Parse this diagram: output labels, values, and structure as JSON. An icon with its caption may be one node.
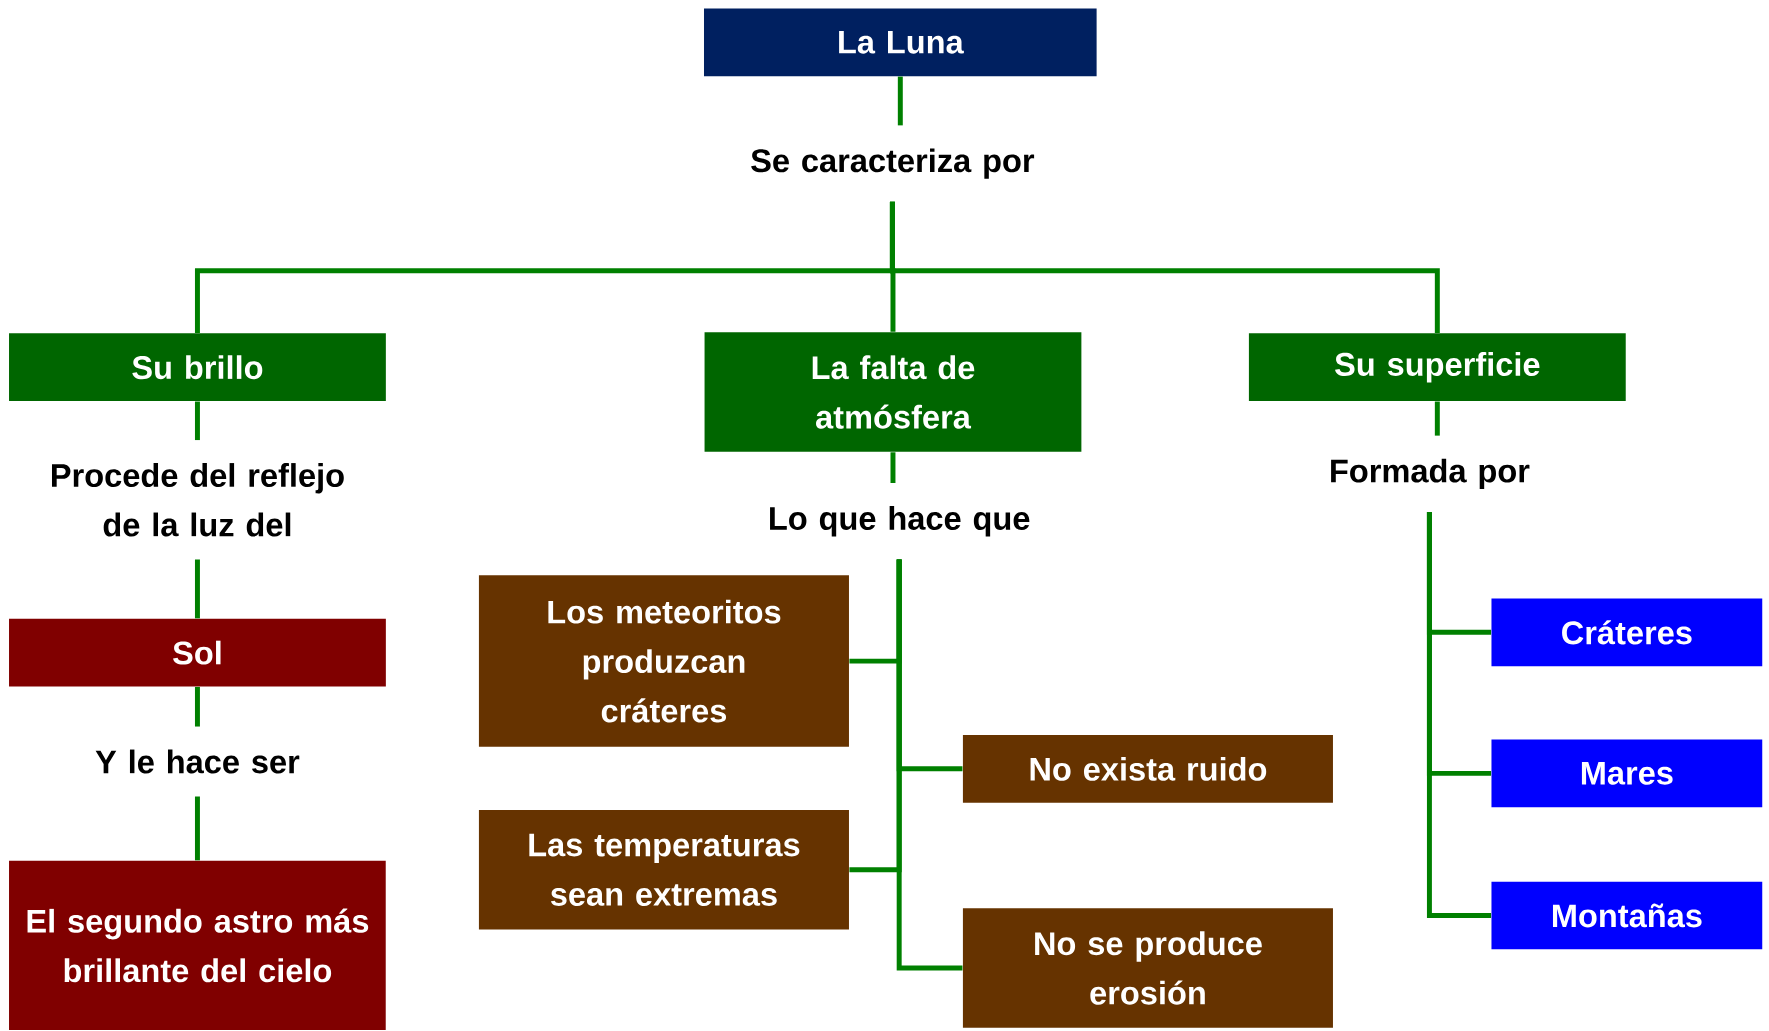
{
  "diagram": {
    "nodes": [
      {
        "text": [
          "La Luna"
        ]
      },
      {
        "text": [
          "Se caracteriza por"
        ]
      },
      {
        "text": [
          "Su brillo"
        ]
      },
      {
        "text": [
          "La falta de atmósfera"
        ]
      },
      {
        "text": [
          "Su superficie"
        ]
      },
      {
        "text": [
          "Procede del reflejo de la luz del"
        ]
      },
      {
        "text": [
          "Sol"
        ]
      },
      {
        "text": [
          "Y le hace ser"
        ]
      },
      {
        "text": [
          "El segundo astro más brillante del cielo"
        ]
      },
      {
        "text": [
          "Lo que hace que"
        ]
      },
      {
        "text": [
          "Los meteoritos produzcan cráteres"
        ]
      },
      {
        "text": [
          "No exista ruido"
        ]
      },
      {
        "text": [
          "Las temperaturas sean extremas"
        ]
      },
      {
        "text": [
          "No se produce erosión"
        ]
      },
      {
        "text": [
          "Formada por"
        ]
      },
      {
        "text": [
          "Cráteres"
        ]
      },
      {
        "text": [
          "Mares"
        ]
      },
      {
        "text": [
          "Montañas"
        ]
      }
    ],
    "edges": [
      {
        "from": 0,
        "to": 1,
        "arrow": "none"
      },
      {
        "from": 1,
        "to": 2,
        "arrow": "none"
      },
      {
        "from": 1,
        "to": 3,
        "arrow": "none"
      },
      {
        "from": 1,
        "to": 4,
        "arrow": "none"
      },
      {
        "from": 2,
        "to": 5,
        "arrow": "none"
      },
      {
        "from": 5,
        "to": 6,
        "arrow": "none"
      },
      {
        "from": 6,
        "to": 7,
        "arrow": "none"
      },
      {
        "from": 7,
        "to": 8,
        "arrow": "none"
      },
      {
        "from": 3,
        "to": 9,
        "arrow": "none"
      },
      {
        "from": 9,
        "to": 10,
        "arrow": "none"
      },
      {
        "from": 9,
        "to": 11,
        "arrow": "none"
      },
      {
        "from": 9,
        "to": 12,
        "arrow": "none"
      },
      {
        "from": 9,
        "to": 13,
        "arrow": "none"
      },
      {
        "from": 4,
        "to": 14,
        "arrow": "none"
      },
      {
        "from": 14,
        "to": 15,
        "arrow": "none"
      },
      {
        "from": 14,
        "to": 16,
        "arrow": "none"
      },
      {
        "from": 14,
        "to": 17,
        "arrow": "none"
      }
    ]
  }
}
